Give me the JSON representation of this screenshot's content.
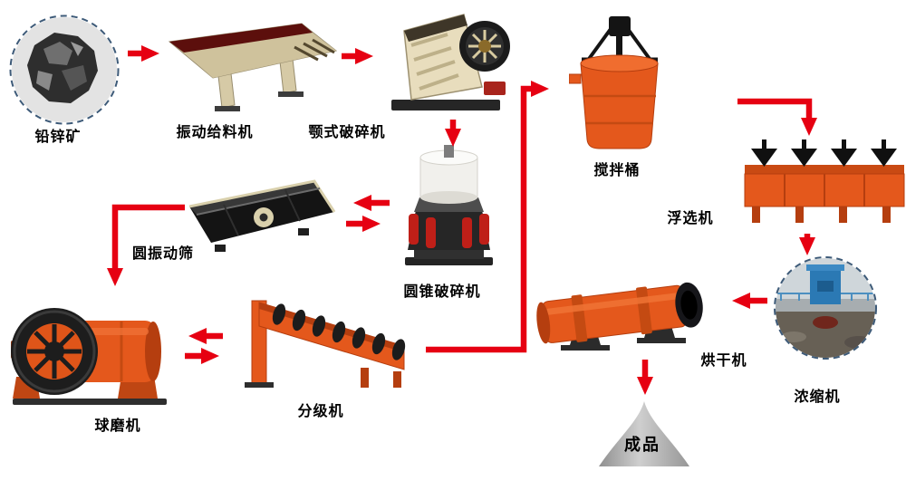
{
  "nodes": [
    {
      "id": "ore",
      "label": "铅锌矿"
    },
    {
      "id": "vibrating-feeder",
      "label": "振动给料机"
    },
    {
      "id": "jaw-crusher",
      "label": "颚式破碎机"
    },
    {
      "id": "cone-crusher",
      "label": "圆锥破碎机"
    },
    {
      "id": "vibrating-screen",
      "label": "圆振动筛"
    },
    {
      "id": "ball-mill",
      "label": "球磨机"
    },
    {
      "id": "spiral-classifier",
      "label": "分级机"
    },
    {
      "id": "mixing-tank",
      "label": "搅拌桶"
    },
    {
      "id": "flotation-machine",
      "label": "浮选机"
    },
    {
      "id": "thickener",
      "label": "浓缩机"
    },
    {
      "id": "rotary-dryer",
      "label": "烘干机"
    },
    {
      "id": "final-product",
      "label": "成品"
    }
  ],
  "flows": [
    {
      "from": "ore",
      "to": "vibrating-feeder"
    },
    {
      "from": "vibrating-feeder",
      "to": "jaw-crusher"
    },
    {
      "from": "jaw-crusher",
      "to": "cone-crusher"
    },
    {
      "from": "cone-crusher",
      "to": "vibrating-screen"
    },
    {
      "from": "vibrating-screen",
      "to": "cone-crusher"
    },
    {
      "from": "vibrating-screen",
      "to": "ball-mill"
    },
    {
      "from": "ball-mill",
      "to": "spiral-classifier"
    },
    {
      "from": "spiral-classifier",
      "to": "ball-mill"
    },
    {
      "from": "spiral-classifier",
      "to": "mixing-tank"
    },
    {
      "from": "mixing-tank",
      "to": "flotation-machine"
    },
    {
      "from": "flotation-machine",
      "to": "thickener"
    },
    {
      "from": "thickener",
      "to": "rotary-dryer"
    },
    {
      "from": "rotary-dryer",
      "to": "final-product"
    }
  ],
  "colors": {
    "arrow": "#e60012",
    "equipment_orange": "#e4581c",
    "equipment_cream": "#ddd2b0",
    "equipment_dark": "#1c1c1c",
    "product_gray": "#b5b5b5",
    "background": "#ffffff"
  }
}
